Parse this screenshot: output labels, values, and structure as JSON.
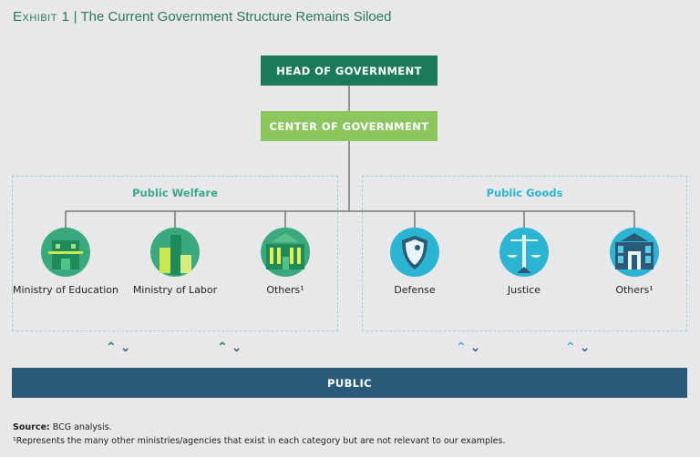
{
  "title": {
    "exhibit": "Exhibit 1",
    "separator": "|",
    "text": "The Current Government Structure Remains Siloed"
  },
  "head": "HEAD OF GOVERNMENT",
  "center": "CENTER OF GOVERNMENT",
  "groups": [
    {
      "label": "Public Welfare",
      "color": "#3aa88a",
      "nodes": [
        {
          "label": "Ministry of Education",
          "icon": "school-icon"
        },
        {
          "label": "Ministry of Labor",
          "icon": "office-buildings-icon"
        },
        {
          "label": "Others¹",
          "icon": "government-building-icon"
        }
      ]
    },
    {
      "label": "Public Goods",
      "color": "#2bb5d3",
      "nodes": [
        {
          "label": "Defense",
          "icon": "shield-icon"
        },
        {
          "label": "Justice",
          "icon": "scales-icon"
        },
        {
          "label": "Others¹",
          "icon": "courthouse-icon"
        }
      ]
    }
  ],
  "public": "PUBLIC",
  "arrows": {
    "up": "⌃",
    "down": "⌄"
  },
  "source": {
    "label": "Source:",
    "text": " BCG analysis."
  },
  "footnote": "¹Represents the many other ministries/agencies that exist in each category but are not relevant to our examples.",
  "colors": {
    "head": "#1b7a5a",
    "center": "#8cc65f",
    "public": "#2b5a78",
    "green": "#1f7a5c",
    "teal": "#2bb5d3",
    "navy": "#2b5a78"
  }
}
